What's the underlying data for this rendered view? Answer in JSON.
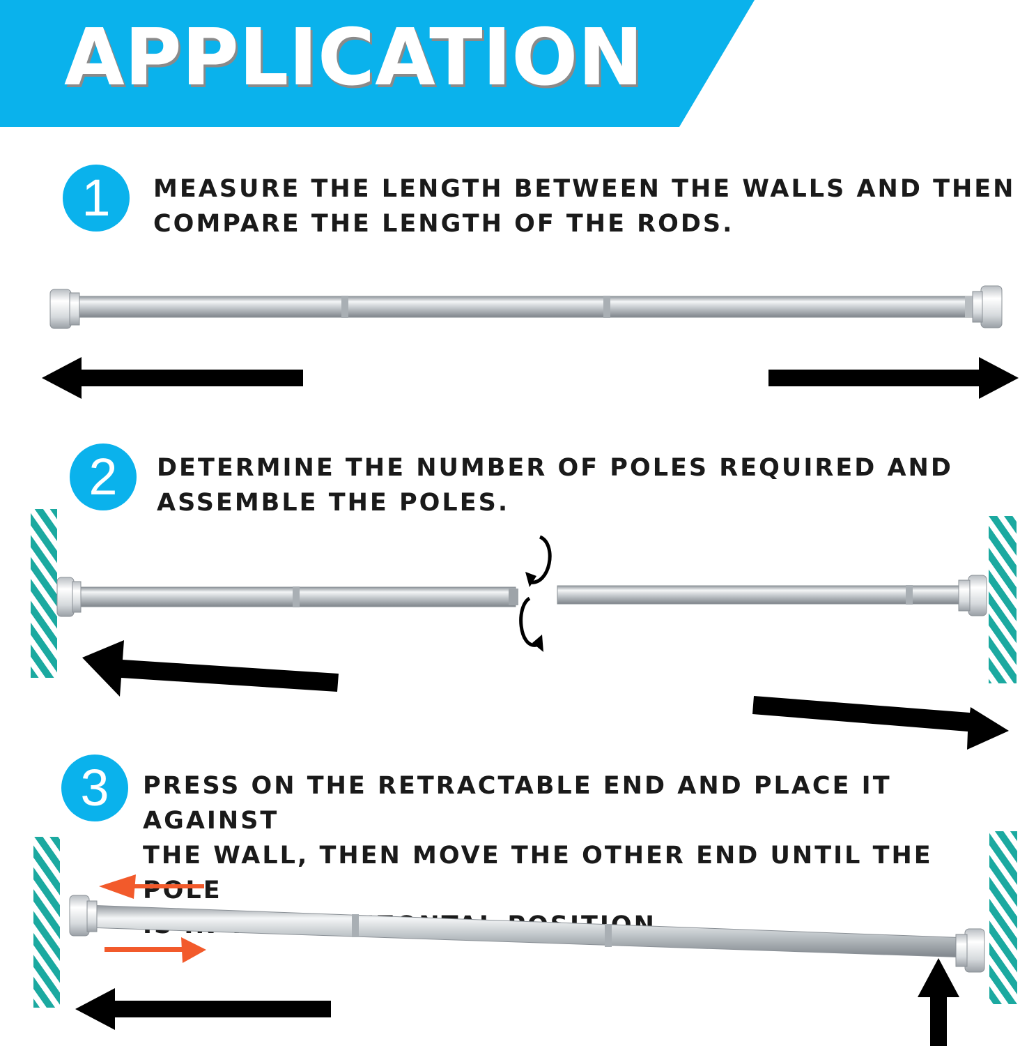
{
  "header": {
    "title": "APPLICATION",
    "accent_color": "#0ab2ec"
  },
  "steps": [
    {
      "number": "1",
      "text": "MEASURE THE LENGTH BETWEEN THE WALLS AND THEN\nCOMPARE THE LENGTH OF THE RODS."
    },
    {
      "number": "2",
      "text": "DETERMINE THE NUMBER OF POLES REQUIRED AND\nASSEMBLE THE POLES."
    },
    {
      "number": "3",
      "text": "PRESS ON THE RETRACTABLE END AND PLACE IT AGAINST\n THE WALL, THEN MOVE THE OTHER END UNTIL THE POLE\nIS IN THE HORIZONTAL POSITION."
    }
  ],
  "colors": {
    "wall_stripe": "#1ba9a0",
    "orange_arrow": "#f25a2b",
    "black_arrow": "#000000",
    "rod_metal": "#c9cdd1"
  },
  "icons": {
    "rotate": "rotate-arrows-icon"
  }
}
